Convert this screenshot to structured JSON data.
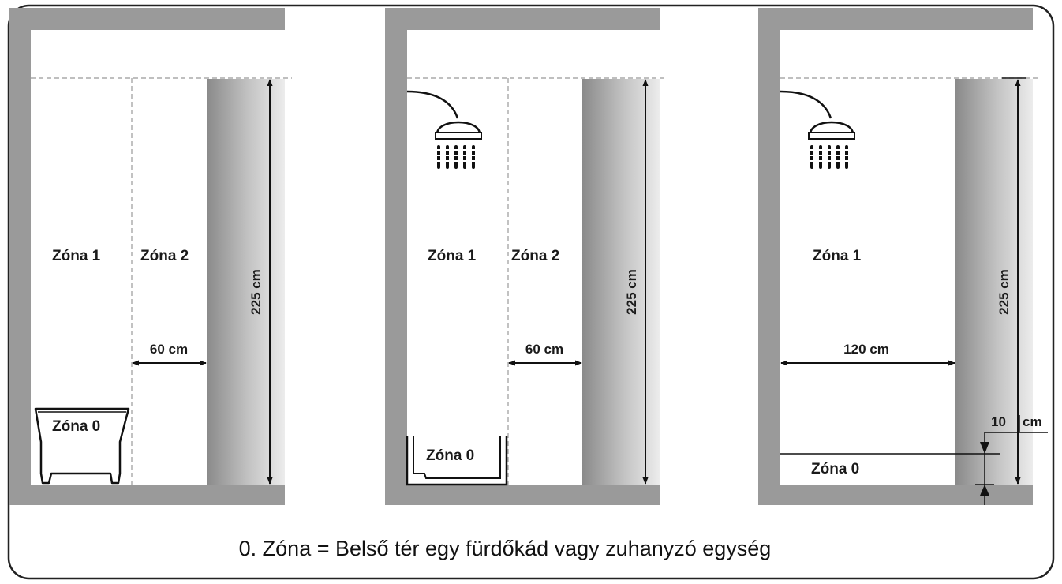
{
  "caption": "0. Zóna = Belső tér egy fürdőkád vagy zuhanyzó egység",
  "panels": [
    {
      "zone1": "Zóna 1",
      "zone2": "Zóna 2",
      "zone0": "Zóna 0",
      "width_dim": "60 cm",
      "height_dim": "225 cm",
      "fixture": "bathtub"
    },
    {
      "zone1": "Zóna 1",
      "zone2": "Zóna 2",
      "zone0": "Zóna 0",
      "width_dim": "60 cm",
      "height_dim": "225 cm",
      "fixture": "shower-tray"
    },
    {
      "zone1": "Zóna 1",
      "zone0": "Zóna 0",
      "width_dim": "120 cm",
      "height_dim": "225 cm",
      "offset_value": "10",
      "offset_unit": "cm",
      "fixture": "walk-in-shower"
    }
  ],
  "colors": {
    "wall": "#9a9a9a",
    "outline": "#222222",
    "pillar_dark": "#8a8a8a",
    "pillar_light": "#e6e6e6"
  }
}
